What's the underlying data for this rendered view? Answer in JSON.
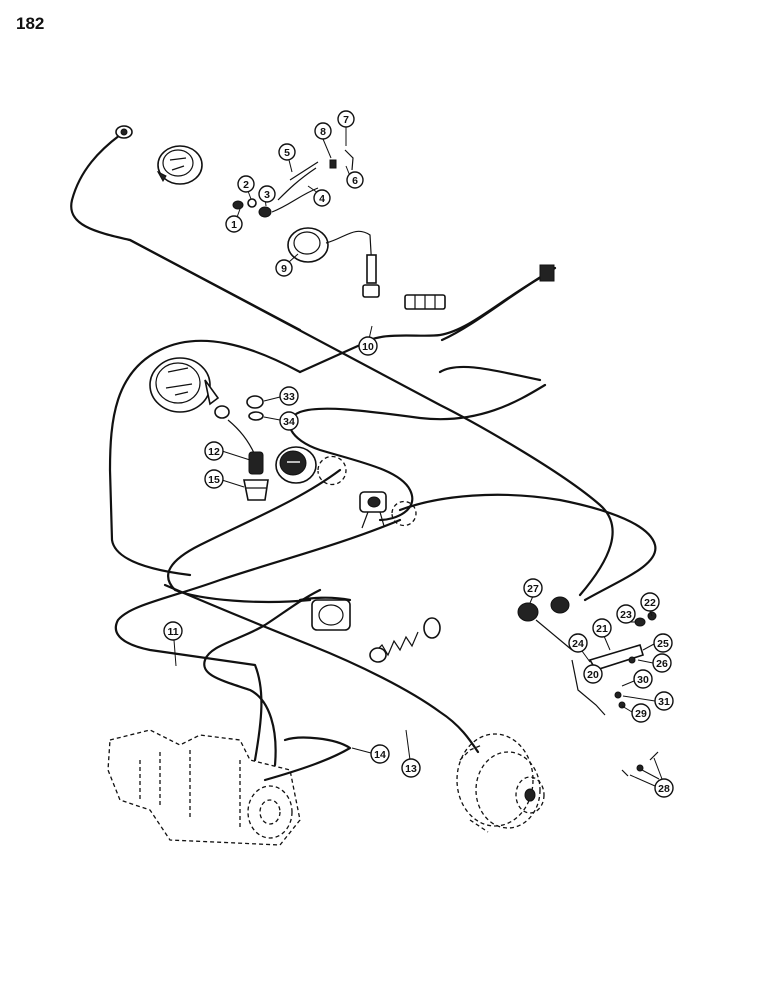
{
  "page": {
    "number": "182"
  },
  "callouts": {
    "c1": "1",
    "c2": "2",
    "c3": "3",
    "c4": "4",
    "c5": "5",
    "c6": "6",
    "c7": "7",
    "c8": "8",
    "c9": "9",
    "c10": "10",
    "c11": "11",
    "c12": "12",
    "c13": "13",
    "c14": "14",
    "c15": "15",
    "c20": "20",
    "c21": "21",
    "c22": "22",
    "c23": "23",
    "c24": "24",
    "c25": "25",
    "c26": "26",
    "c27": "27",
    "c28": "28",
    "c29": "29",
    "c30": "30",
    "c31": "31",
    "c33": "33",
    "c34": "34"
  }
}
